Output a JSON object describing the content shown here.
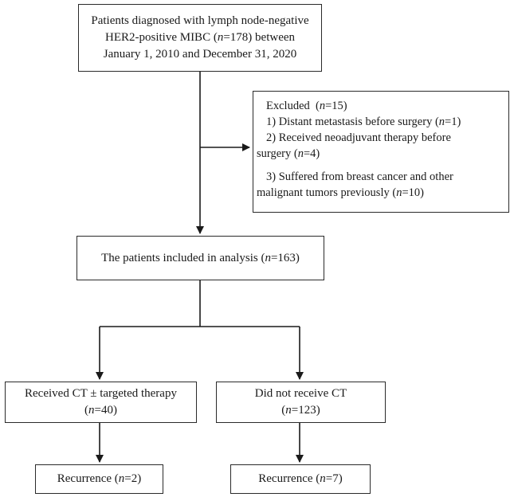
{
  "top_box": {
    "line1": "Patients diagnosed with lymph node-negative",
    "line2a": "HER2-positive MIBC (",
    "line2n": "n",
    "line2b": "=178) between",
    "line3": "January 1, 2010 and December 31, 2020"
  },
  "excluded_box": {
    "heading": "Excluded",
    "heading_n": "n",
    "heading_val": "=15)",
    "item1a": "1) Distant metastasis before surgery (",
    "item1n": "n",
    "item1b": "=1)",
    "item2a": "2) Received neoadjuvant therapy before",
    "item2b": "surgery (",
    "item2n": "n",
    "item2c": "=4)",
    "item3a": "3) Suffered from breast cancer and other",
    "item3b": "malignant tumors previously (",
    "item3n": "n",
    "item3c": "=10)"
  },
  "analysis_box": {
    "text_a": "The patients included in analysis (",
    "text_n": "n",
    "text_b": "=163)"
  },
  "left_branch": {
    "line1": "Received CT ±  targeted therapy",
    "line2a": "(",
    "line2n": "n",
    "line2b": "=40)"
  },
  "right_branch": {
    "line1": "Did not receive CT",
    "line2a": "(",
    "line2n": "n",
    "line2b": "=123)"
  },
  "left_outcome": {
    "text_a": "Recurrence  (",
    "text_n": "n",
    "text_b": "=2)"
  },
  "right_outcome": {
    "text_a": "Recurrence  (",
    "text_n": "n",
    "text_b": "=7)"
  }
}
